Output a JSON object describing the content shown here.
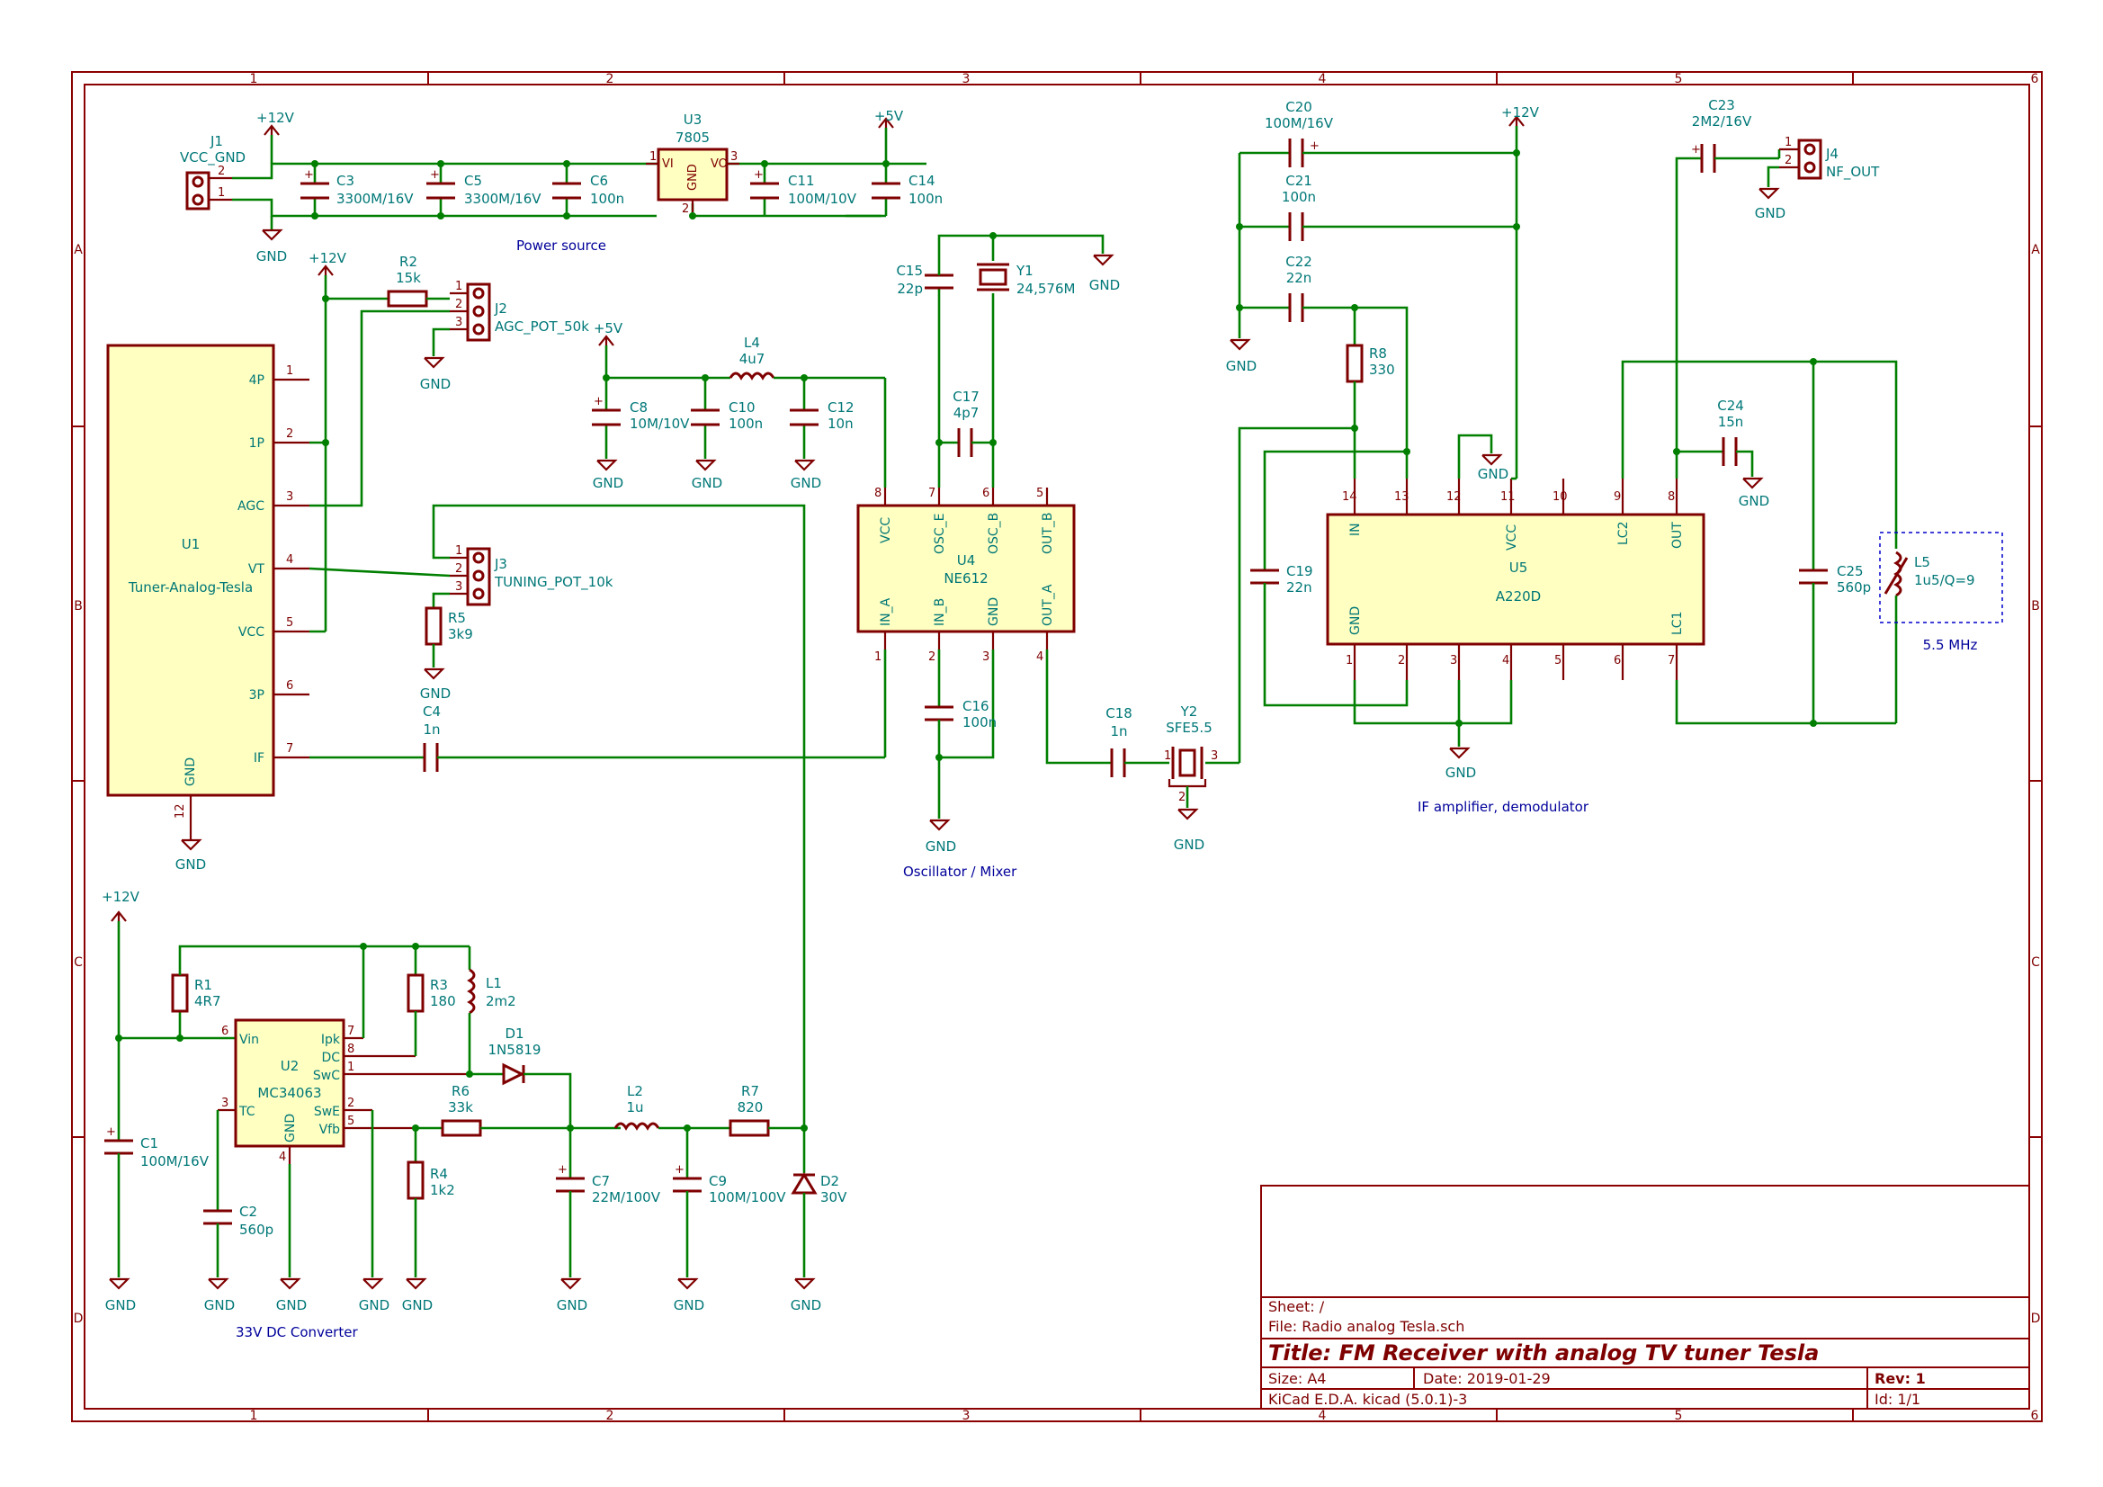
{
  "title_block": {
    "sheet": "Sheet: /",
    "file": "File: Radio analog Tesla.sch",
    "title": "Title: FM Receiver with analog TV tuner Tesla",
    "size": "Size: A4",
    "date": "Date: 2019-01-29",
    "rev": "Rev: 1",
    "tool": "KiCad E.D.A.  kicad (5.0.1)-3",
    "id": "Id: 1/1"
  },
  "border": {
    "cols": [
      "1",
      "2",
      "3",
      "4",
      "5",
      "6"
    ],
    "rows": [
      "A",
      "B",
      "C",
      "D"
    ]
  },
  "notes": {
    "power": "Power source",
    "osc": "Oscillator / Mixer",
    "if": "IF amplifier, demodulator",
    "dc": "33V DC Converter",
    "mhz": "5.5 MHz"
  },
  "power_labels": {
    "p12a": "+12V",
    "p12b": "+12V",
    "p12c": "+12V",
    "p12d": "+12V",
    "p5a": "+5V",
    "p5b": "+5V",
    "gnd": "GND"
  },
  "components": {
    "J1": {
      "ref": "J1",
      "val": "VCC_GND"
    },
    "C3": {
      "ref": "C3",
      "val": "3300M/16V"
    },
    "C5": {
      "ref": "C5",
      "val": "3300M/16V"
    },
    "C6": {
      "ref": "C6",
      "val": "100n"
    },
    "U3": {
      "ref": "U3",
      "val": "7805"
    },
    "C11": {
      "ref": "C11",
      "val": "100M/10V"
    },
    "C14": {
      "ref": "C14",
      "val": "100n"
    },
    "R2": {
      "ref": "R2",
      "val": "15k"
    },
    "J2": {
      "ref": "J2",
      "val": "AGC_POT_50k"
    },
    "U1": {
      "ref": "U1",
      "val": "Tuner-Analog-Tesla"
    },
    "J3": {
      "ref": "J3",
      "val": "TUNING_POT_10k"
    },
    "R5": {
      "ref": "R5",
      "val": "3k9"
    },
    "C4": {
      "ref": "C4",
      "val": "1n"
    },
    "C8": {
      "ref": "C8",
      "val": "10M/10V"
    },
    "C10": {
      "ref": "C10",
      "val": "100n"
    },
    "L4": {
      "ref": "L4",
      "val": "4u7"
    },
    "C12": {
      "ref": "C12",
      "val": "10n"
    },
    "C15": {
      "ref": "C15",
      "val": "22p"
    },
    "Y1": {
      "ref": "Y1",
      "val": "24,576M"
    },
    "C17": {
      "ref": "C17",
      "val": "4p7"
    },
    "U4": {
      "ref": "U4",
      "val": "NE612"
    },
    "C16": {
      "ref": "C16",
      "val": "100n"
    },
    "C18": {
      "ref": "C18",
      "val": "1n"
    },
    "Y2": {
      "ref": "Y2",
      "val": "SFE5.5"
    },
    "C20": {
      "ref": "C20",
      "val": "100M/16V"
    },
    "C21": {
      "ref": "C21",
      "val": "100n"
    },
    "C22": {
      "ref": "C22",
      "val": "22n"
    },
    "R8": {
      "ref": "R8",
      "val": "330"
    },
    "C19": {
      "ref": "C19",
      "val": "22n"
    },
    "U5": {
      "ref": "U5",
      "val": "A220D"
    },
    "C23": {
      "ref": "C23",
      "val": "2M2/16V"
    },
    "J4": {
      "ref": "J4",
      "val": "NF_OUT"
    },
    "C24": {
      "ref": "C24",
      "val": "15n"
    },
    "C25": {
      "ref": "C25",
      "val": "560p"
    },
    "L5": {
      "ref": "L5",
      "val": "1u5/Q=9"
    },
    "R1": {
      "ref": "R1",
      "val": "4R7"
    },
    "U2": {
      "ref": "U2",
      "val": "MC34063"
    },
    "R3": {
      "ref": "R3",
      "val": "180"
    },
    "L1": {
      "ref": "L1",
      "val": "2m2"
    },
    "D1": {
      "ref": "D1",
      "val": "1N5819"
    },
    "C1": {
      "ref": "C1",
      "val": "100M/16V"
    },
    "C2": {
      "ref": "C2",
      "val": "560p"
    },
    "R6": {
      "ref": "R6",
      "val": "33k"
    },
    "R4": {
      "ref": "R4",
      "val": "1k2"
    },
    "L2": {
      "ref": "L2",
      "val": "1u"
    },
    "R7": {
      "ref": "R7",
      "val": "820"
    },
    "C7": {
      "ref": "C7",
      "val": "22M/100V"
    },
    "C9": {
      "ref": "C9",
      "val": "100M/100V"
    },
    "D2": {
      "ref": "D2",
      "val": "30V"
    }
  },
  "pins": {
    "U1": [
      "4P",
      "1P",
      "AGC",
      "VT",
      "VCC",
      "3P",
      "IF",
      "GND"
    ],
    "U4": [
      "VCC",
      "OSC_E",
      "OSC_B",
      "OUT_B",
      "IN_A",
      "IN_B",
      "GND",
      "OUT_A"
    ],
    "U5": [
      "IN",
      "VCC",
      "LC2",
      "OUT",
      "GND",
      "LC1"
    ],
    "U3": [
      "VI",
      "VO",
      "GND"
    ],
    "U2": [
      "Vin",
      "Ipk",
      "DC",
      "SwC",
      "TC",
      "SwE",
      "Vfb",
      "GND"
    ]
  }
}
